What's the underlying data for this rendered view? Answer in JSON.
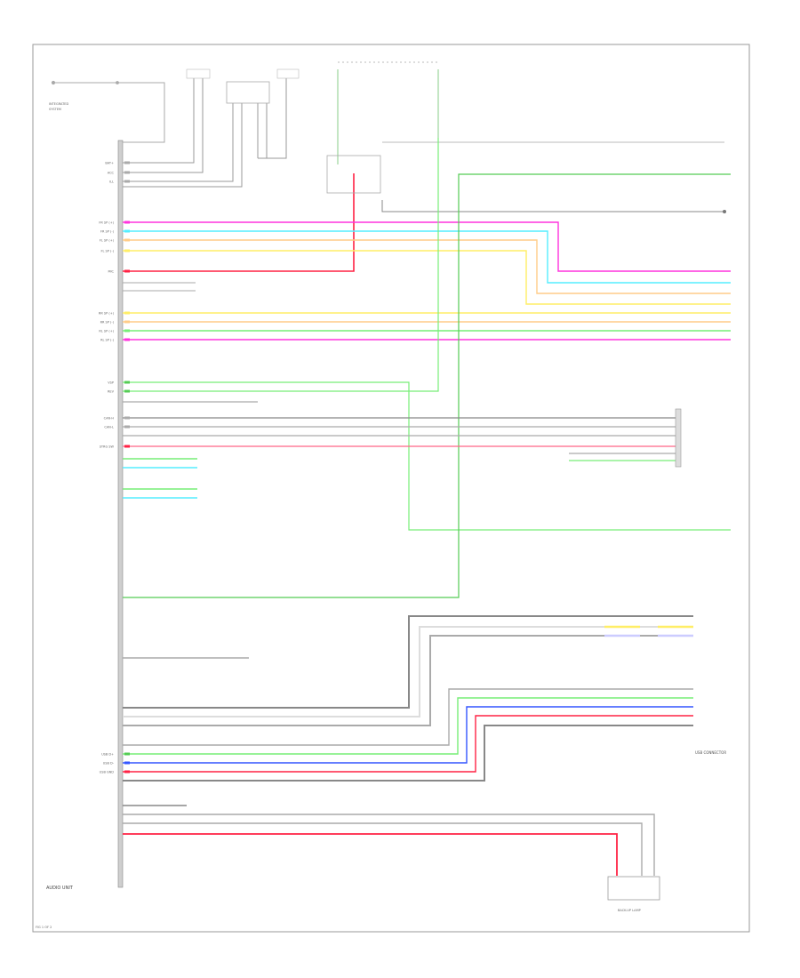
{
  "colors": {
    "frame": "#999999",
    "gray": "#aaaaaa",
    "gray_dark": "#888888",
    "black_wire": "#777777",
    "pink": "#ff33dd",
    "cyan": "#55eeff",
    "orange": "#ffcc88",
    "yellow": "#ffee66",
    "red": "#ff2244",
    "green": "#55cc55",
    "light_green": "#77ee77",
    "blue": "#3355ff",
    "lavender": "#ccccff"
  },
  "labels": {
    "unit": "AUDIO UNIT",
    "usb": "USB CONNECTOR",
    "bottom_component": "BACK-UP LAMP",
    "page_note": "FIG 1 OF 2"
  },
  "left_pins": [
    {
      "name": "BAT+",
      "color": "gray"
    },
    {
      "name": "ACC",
      "color": "gray"
    },
    {
      "name": "ILL",
      "color": "gray"
    },
    {
      "name": "FR SP (+)",
      "color": "pink"
    },
    {
      "name": "FR SP (-)",
      "color": "cyan"
    },
    {
      "name": "FL SP (+)",
      "color": "orange"
    },
    {
      "name": "FL SP (-)",
      "color": "yellow"
    },
    {
      "name": "MIC",
      "color": "red"
    },
    {
      "name": "RR SP (+)",
      "color": "yellow"
    },
    {
      "name": "RR SP (-)",
      "color": "orange"
    },
    {
      "name": "RL SP (+)",
      "color": "light_green"
    },
    {
      "name": "RL SP (-)",
      "color": "pink"
    },
    {
      "name": "VSP",
      "color": "green"
    },
    {
      "name": "REV",
      "color": "green"
    },
    {
      "name": "CAN-H",
      "color": "gray"
    },
    {
      "name": "CAN-L",
      "color": "gray"
    },
    {
      "name": "STRG SW",
      "color": "red"
    },
    {
      "name": "USB D+",
      "color": "green"
    },
    {
      "name": "USB D-",
      "color": "blue"
    },
    {
      "name": "USB GND",
      "color": "red"
    }
  ]
}
